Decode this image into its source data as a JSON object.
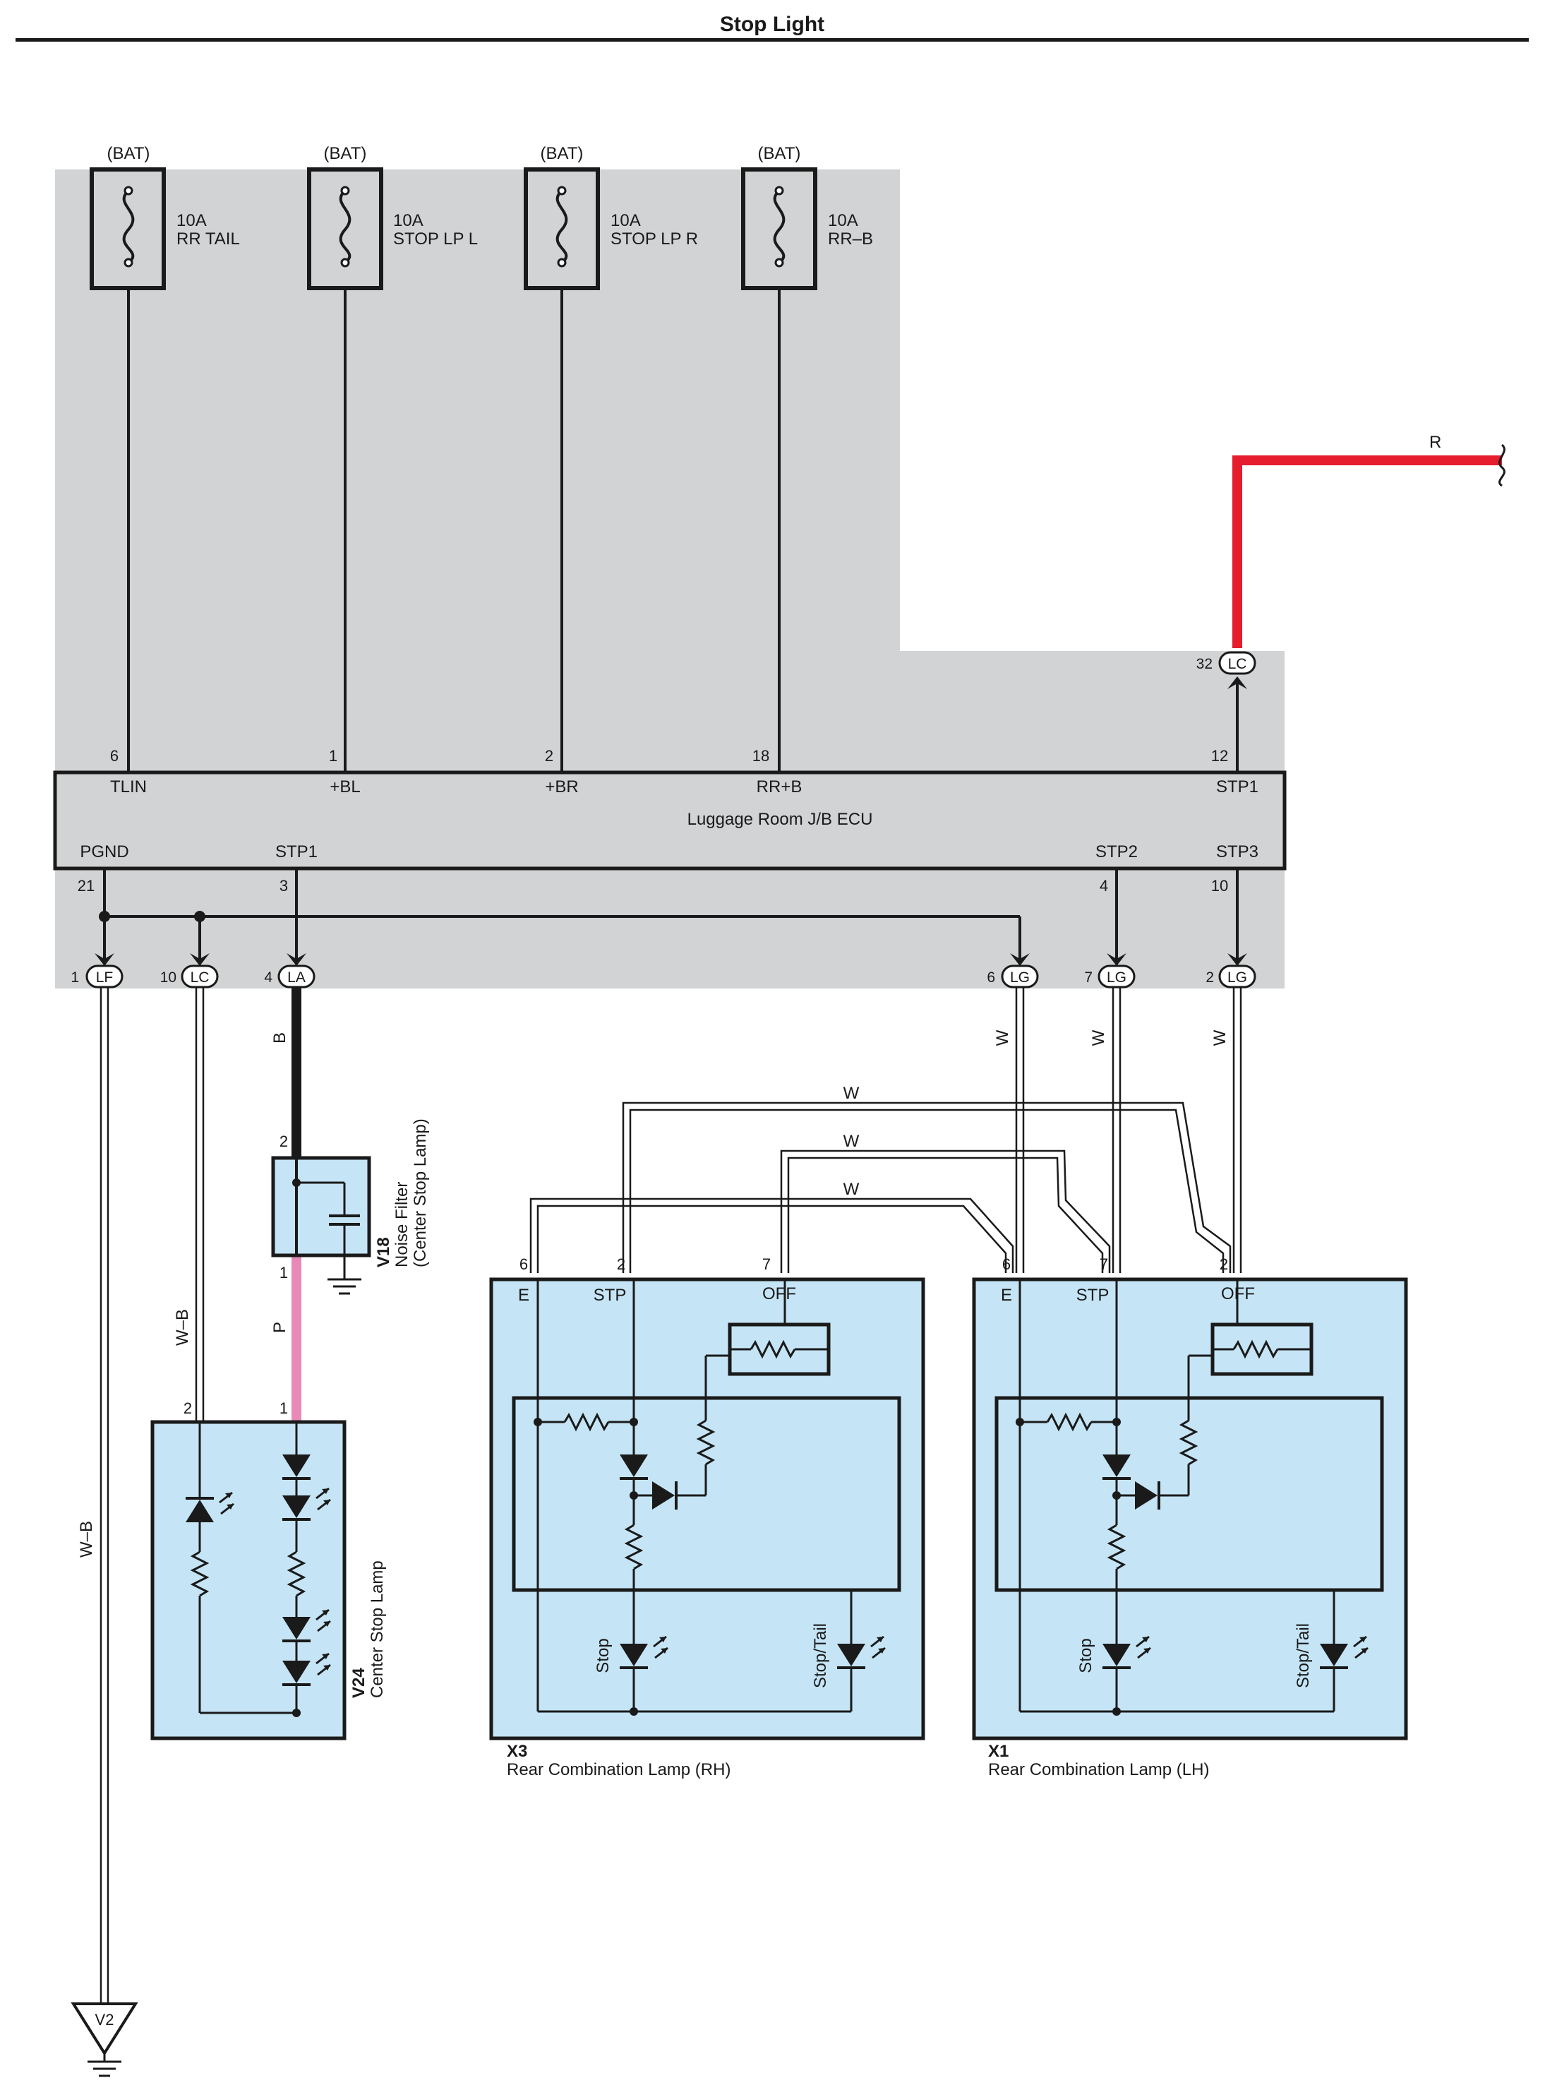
{
  "title": "Stop Light",
  "colors": {
    "gray_region": "#d1d3d4",
    "component_fill": "#c5e5f6",
    "red_wire": "#e51d2c",
    "pink_wire": "#e989b8",
    "black_wire": "#1a1a1a"
  },
  "fuses": [
    {
      "source": "(BAT)",
      "amp": "10A",
      "name": "RR TAIL",
      "pin": "6",
      "terminal": "TLIN"
    },
    {
      "source": "(BAT)",
      "amp": "10A",
      "name": "STOP LP L",
      "pin": "1",
      "terminal": "+BL"
    },
    {
      "source": "(BAT)",
      "amp": "10A",
      "name": "STOP LP R",
      "pin": "2",
      "terminal": "+BR"
    },
    {
      "source": "(BAT)",
      "amp": "10A",
      "name": "RR–B",
      "pin": "18",
      "terminal": "RR+B"
    }
  ],
  "ecu": {
    "name": "Luggage Room J/B ECU",
    "stp1_top": {
      "terminal": "STP1",
      "pin": "12"
    },
    "lc_top": {
      "pin": "32",
      "code": "LC"
    },
    "red_wire_label": "R",
    "bottom_terminals": [
      {
        "terminal": "PGND",
        "pin": "21"
      },
      {
        "terminal": "STP1",
        "pin": "3"
      },
      {
        "terminal": "STP2",
        "pin": "4"
      },
      {
        "terminal": "STP3",
        "pin": "10"
      }
    ]
  },
  "connectors": [
    {
      "pin": "1",
      "code": "LF"
    },
    {
      "pin": "10",
      "code": "LC"
    },
    {
      "pin": "4",
      "code": "LA"
    },
    {
      "pin": "6",
      "code": "LG"
    },
    {
      "pin": "7",
      "code": "LG"
    },
    {
      "pin": "2",
      "code": "LG"
    }
  ],
  "wire_labels": {
    "wb": "W–B",
    "b": "B",
    "p": "P",
    "w": "W"
  },
  "noise_filter": {
    "code": "V18",
    "name": "Noise Filter",
    "name2": "(Center Stop Lamp)",
    "pin_top": "2",
    "pin_bottom": "1"
  },
  "center_stop_lamp": {
    "code": "V24",
    "name": "Center Stop Lamp",
    "pin_left": "2",
    "pin_right": "1"
  },
  "lamp_rh": {
    "code": "X3",
    "name": "Rear Combination Lamp (RH)",
    "pins": [
      "6",
      "2",
      "7"
    ],
    "terms": [
      "E",
      "STP",
      "OFF"
    ],
    "stop_label": "Stop",
    "stoptail_label": "Stop/Tail"
  },
  "lamp_lh": {
    "code": "X1",
    "name": "Rear Combination Lamp (LH)",
    "pins": [
      "6",
      "7",
      "2"
    ],
    "terms": [
      "E",
      "STP",
      "OFF"
    ],
    "stop_label": "Stop",
    "stoptail_label": "Stop/Tail"
  },
  "ground": {
    "code": "V2"
  }
}
